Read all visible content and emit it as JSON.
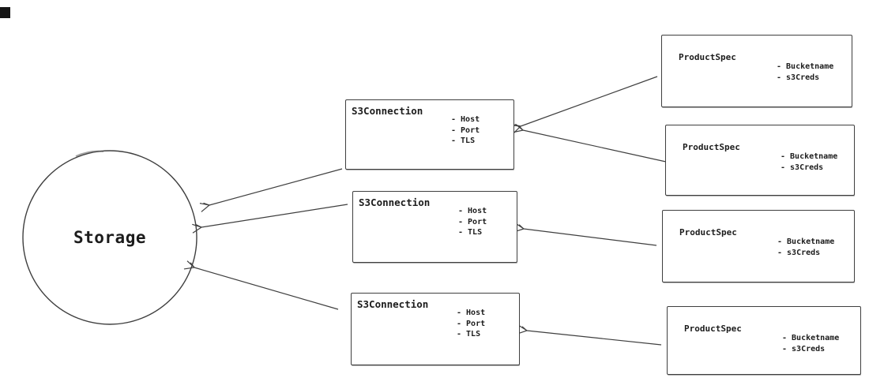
{
  "diagram": {
    "storage": {
      "label": "Storage"
    },
    "s3_connections": [
      {
        "title": "S3Connection",
        "attributes": [
          "- Host",
          "- Port",
          "- TLS"
        ]
      },
      {
        "title": "S3Connection",
        "attributes": [
          "- Host",
          "- Port",
          "- TLS"
        ]
      },
      {
        "title": "S3Connection",
        "attributes": [
          "- Host",
          "- Port",
          "- TLS"
        ]
      }
    ],
    "product_specs": [
      {
        "title": "ProductSpec",
        "attributes": [
          "- Bucketname",
          "- s3Creds"
        ]
      },
      {
        "title": "ProductSpec",
        "attributes": [
          "- Bucketname",
          "- s3Creds"
        ]
      },
      {
        "title": "ProductSpec",
        "attributes": [
          "- Bucketname",
          "- s3Creds"
        ]
      },
      {
        "title": "ProductSpec",
        "attributes": [
          "- Bucketname",
          "- s3Creds"
        ]
      }
    ],
    "edges": [
      "ProductSpec-1 -> S3Connection-1",
      "ProductSpec-2 -> S3Connection-1",
      "ProductSpec-3 -> S3Connection-2",
      "ProductSpec-4 -> S3Connection-3",
      "S3Connection-1 -> Storage",
      "S3Connection-2 -> Storage",
      "S3Connection-3 -> Storage"
    ],
    "colors": {
      "stroke": "#3f3f3f",
      "text": "#1c1c1c",
      "background": "#ffffff"
    }
  }
}
